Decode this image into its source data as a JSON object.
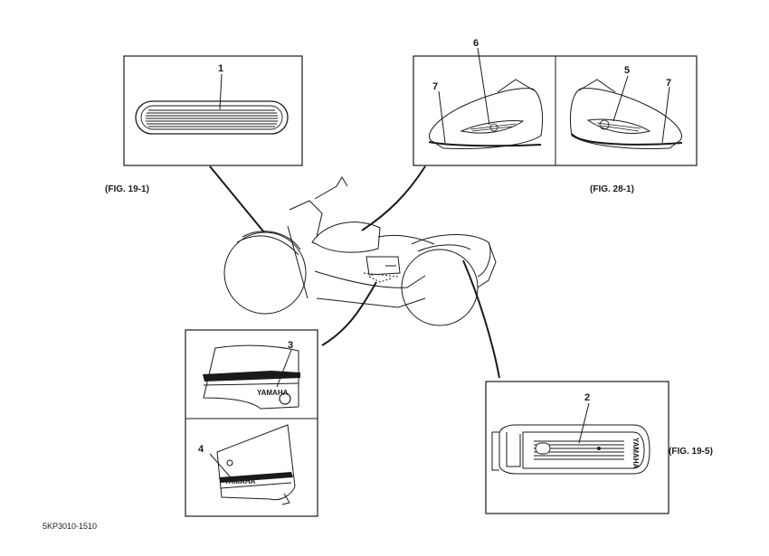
{
  "labels": {
    "fig_19_1": "(FIG. 19-1)",
    "fig_28_1": "(FIG. 28-1)",
    "fig_19_5": "(FIG. 19-5)",
    "drawing_code": "5KP3010-1510"
  },
  "callouts": {
    "n1": "1",
    "n2": "2",
    "n3": "3",
    "n4": "4",
    "n5": "5",
    "n6": "6",
    "n7a": "7",
    "n7b": "7"
  },
  "emblem_text": {
    "yamaha_upper": "YAMAHA",
    "yamaha_lower": "YAMAHA",
    "yamaha_seat": "YAMAHA"
  }
}
